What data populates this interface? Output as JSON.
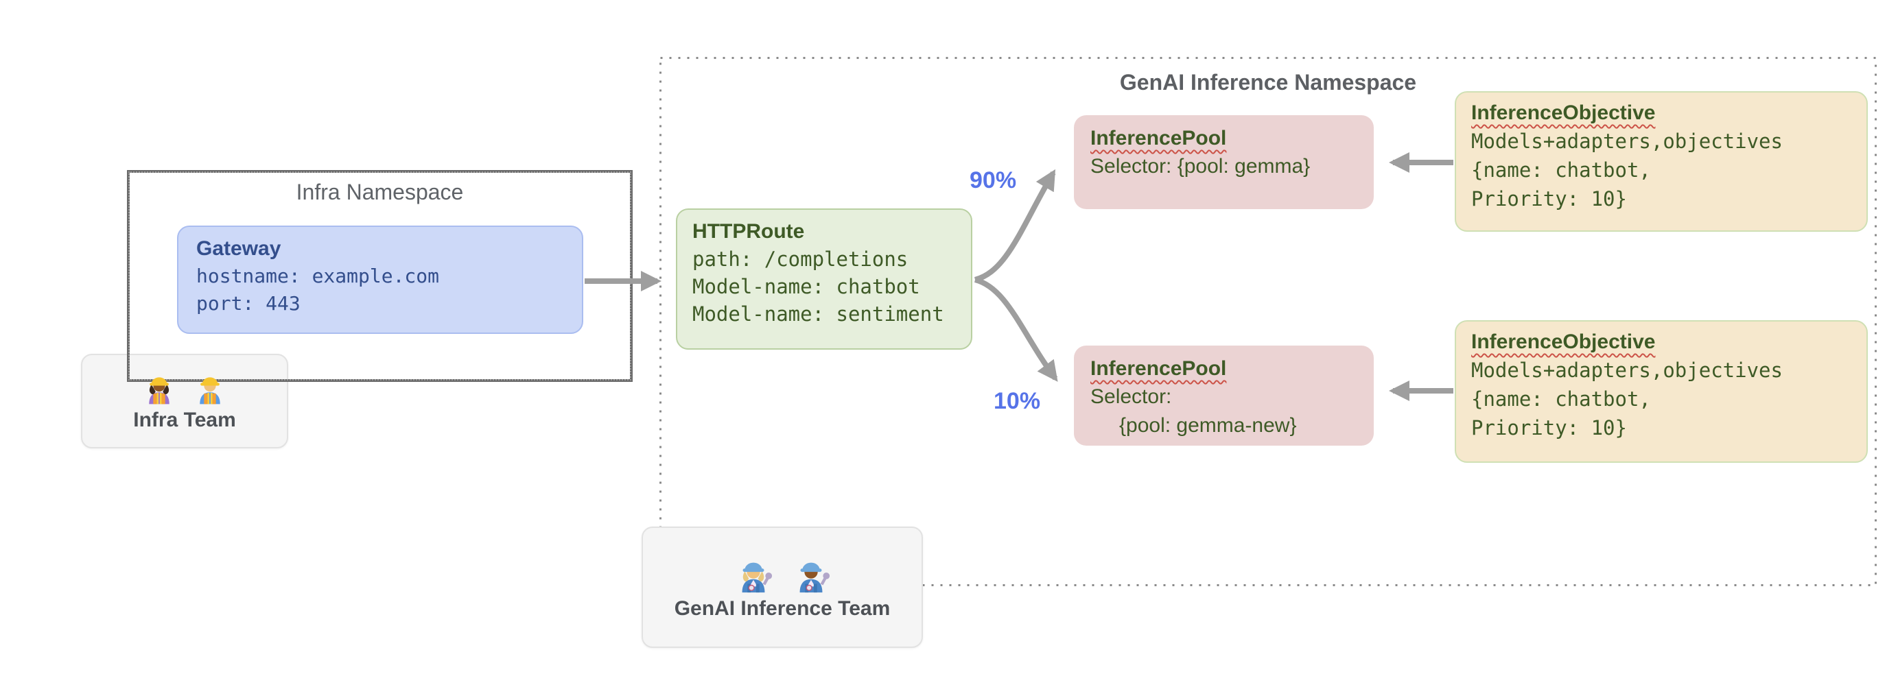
{
  "infra_namespace": {
    "title": "Infra Namespace"
  },
  "gateway": {
    "title": "Gateway",
    "lines": [
      "hostname: example.com",
      "port: 443"
    ]
  },
  "infra_team": {
    "label": "Infra Team",
    "icons": [
      "woman-construction-worker-icon",
      "man-construction-worker-icon"
    ]
  },
  "genai_namespace": {
    "title": "GenAI Inference Namespace"
  },
  "httproute": {
    "title": "HTTPRoute",
    "lines": [
      "path: /completions",
      "Model-name: chatbot",
      "Model-name: sentiment"
    ]
  },
  "traffic": {
    "top_percent": "90%",
    "bottom_percent": "10%"
  },
  "inference_pool_top": {
    "title": "InferencePool",
    "selector": "Selector: {pool: gemma}"
  },
  "inference_pool_bottom": {
    "title": "InferencePool",
    "selector_label": "Selector:",
    "selector_value": "{pool: gemma-new}"
  },
  "inference_objective_top": {
    "title": "InferenceObjective",
    "lines": [
      "Models+adapters,objectives",
      "{name: chatbot,",
      "Priority: 10}"
    ]
  },
  "inference_objective_bottom": {
    "title": "InferenceObjective",
    "lines": [
      "Models+adapters,objectives",
      "{name: chatbot,",
      "Priority: 10}"
    ]
  },
  "genai_team": {
    "label": "GenAI Inference Team",
    "icons": [
      "woman-mechanic-icon",
      "man-mechanic-icon"
    ]
  },
  "colors": {
    "gateway_fill": "#cdd9f8",
    "gateway_text": "#334e8c",
    "route_fill": "#e6efdc",
    "pool_fill": "#ebd3d3",
    "objective_fill": "#f6e8cd",
    "green_text": "#3e5a26",
    "gray_text": "#5f6368",
    "arrow": "#9e9e9e",
    "percent_blue": "#5673e8",
    "squiggle_red": "#cc5348"
  }
}
